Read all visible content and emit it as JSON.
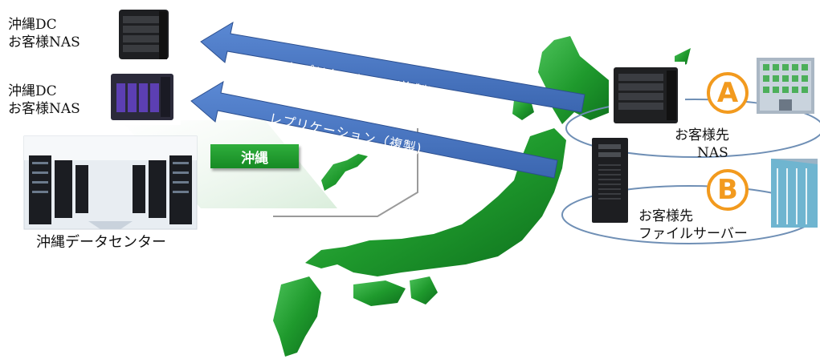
{
  "datacenter": {
    "nas1_label": [
      "沖縄DC",
      "お客様NAS"
    ],
    "nas2_label": [
      "沖縄DC",
      "お客様NAS"
    ],
    "caption": "沖縄データセンター"
  },
  "okinawa_tag": "沖縄",
  "arrows": {
    "top": "レプリケーション(複製)",
    "bottom": "レプリケーション（複製)"
  },
  "customer_a": {
    "badge": "A",
    "label": [
      "お客様先",
      "NAS"
    ]
  },
  "customer_b": {
    "badge": "B",
    "label": [
      "お客様先",
      "ファイルサーバー"
    ]
  },
  "colors": {
    "arrow": "#4a78c2",
    "map_green": "#1e9a2c",
    "badge_orange": "#f29a1e"
  }
}
